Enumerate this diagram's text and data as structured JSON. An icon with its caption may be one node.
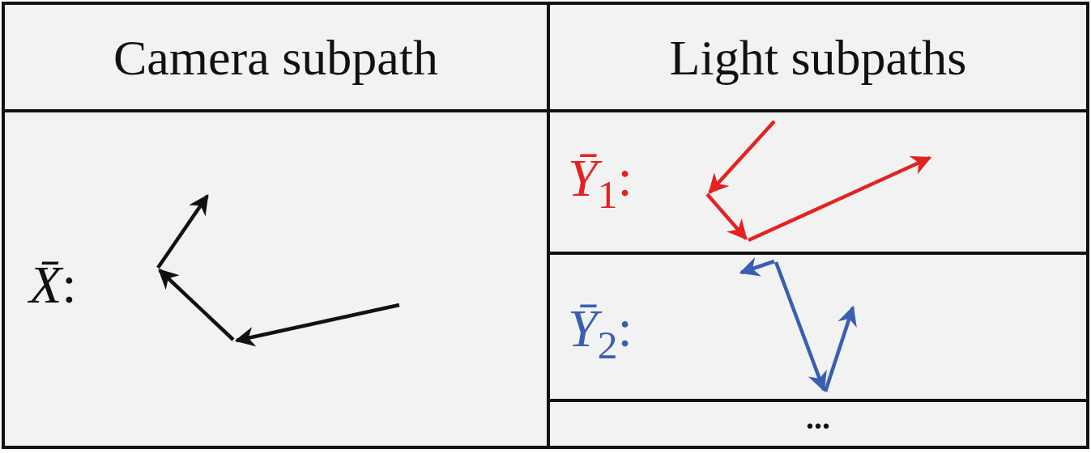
{
  "diagram": {
    "labels": [
      "Camera subpath",
      "Light subpaths",
      "*X̄*:",
      "*Ȳ*$_{1}$:",
      "*Ȳ*$_{2}$:",
      "..."
    ]
  }
}
